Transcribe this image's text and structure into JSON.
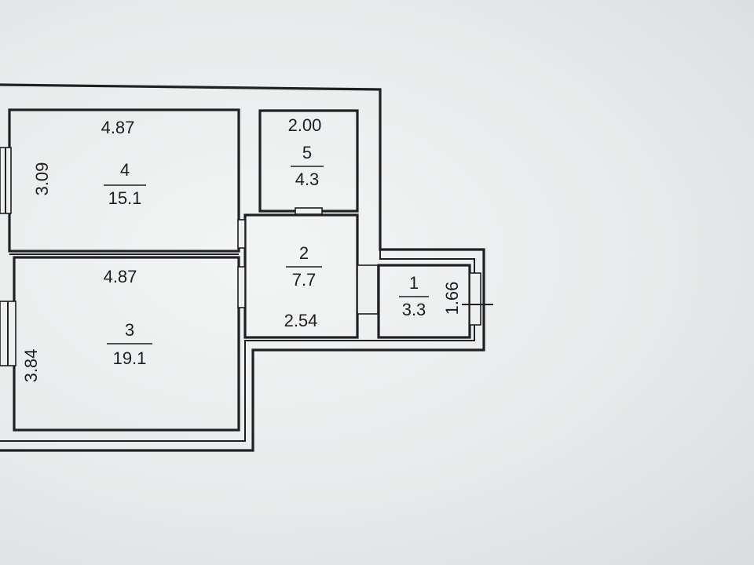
{
  "rooms": [
    {
      "number": "1",
      "area": "3.3",
      "dim_vertical": "1.66"
    },
    {
      "number": "2",
      "area": "7.7",
      "dim_horizontal": "2.54"
    },
    {
      "number": "3",
      "area": "19.1",
      "dim_horizontal": "4.87",
      "dim_vertical": "3.84"
    },
    {
      "number": "4",
      "area": "15.1",
      "dim_horizontal": "4.87",
      "dim_vertical": "3.09"
    },
    {
      "number": "5",
      "area": "4.3",
      "dim_horizontal": "2.00"
    }
  ],
  "colors": {
    "paper": "#e9ecec",
    "ink": "#1f1f24"
  }
}
